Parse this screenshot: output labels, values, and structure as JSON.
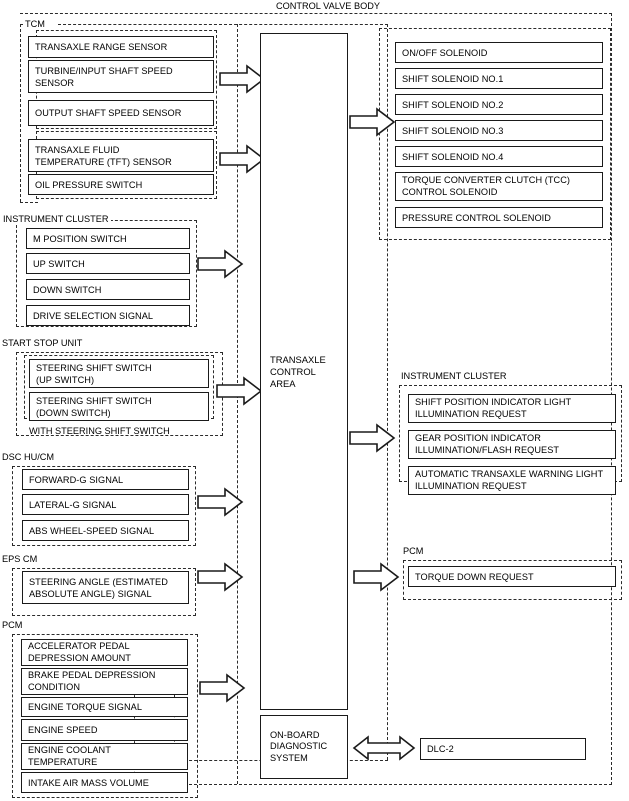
{
  "diagram": {
    "title": "CONTROL VALVE BODY",
    "center_block": {
      "label": "TRANSAXLE\nCONTROL\nAREA"
    },
    "obd_block": {
      "label": "ON-BOARD\nDIAGNOSTIC\nSYSTEM"
    },
    "dlc_block": {
      "label": "DLC-2"
    },
    "groups": {
      "tcm": {
        "caption": "TCM",
        "subgroup_a_items": [
          "TRANSAXLE RANGE SENSOR",
          "TURBINE/INPUT SHAFT SPEED\nSENSOR",
          "OUTPUT SHAFT SPEED SENSOR"
        ],
        "subgroup_b_items": [
          "TRANSAXLE FLUID\nTEMPERATURE (TFT) SENSOR",
          "OIL PRESSURE SWITCH"
        ]
      },
      "instrument_cluster_input": {
        "caption": "INSTRUMENT CLUSTER",
        "items": [
          "M POSITION SWITCH",
          "UP SWITCH",
          "DOWN SWITCH",
          "DRIVE SELECTION SIGNAL"
        ]
      },
      "start_stop_unit": {
        "caption": "START STOP UNIT",
        "inner_caption": "WITH STEERING SHIFT SWITCH",
        "items": [
          "STEERING SHIFT SWITCH\n(UP SWITCH)",
          "STEERING SHIFT SWITCH\n(DOWN SWITCH)"
        ]
      },
      "dsc_hu_cm": {
        "caption": "DSC HU/CM",
        "items": [
          "FORWARD-G SIGNAL",
          "LATERAL-G SIGNAL",
          "ABS WHEEL-SPEED SIGNAL"
        ]
      },
      "eps_cm": {
        "caption": "EPS CM",
        "items": [
          "STEERING ANGLE (ESTIMATED\nABSOLUTE ANGLE) SIGNAL"
        ]
      },
      "pcm_input": {
        "caption": "PCM",
        "items": [
          "ACCELERATOR PEDAL\nDEPRESSION AMOUNT",
          "BRAKE  PEDAL DEPRESSION\nCONDITION",
          "ENGINE TORQUE SIGNAL",
          "ENGINE SPEED",
          "ENGINE COOLANT\nTEMPERATURE",
          "INTAKE AIR MASS VOLUME"
        ]
      },
      "solenoids": {
        "items": [
          "ON/OFF SOLENOID",
          "SHIFT SOLENOID NO.1",
          "SHIFT SOLENOID NO.2",
          "SHIFT SOLENOID NO.3",
          "SHIFT SOLENOID NO.4",
          "TORQUE CONVERTER CLUTCH (TCC)\nCONTROL SOLENOID",
          "PRESSURE CONTROL SOLENOID"
        ]
      },
      "instrument_cluster_output": {
        "caption": "INSTRUMENT CLUSTER",
        "items": [
          "SHIFT POSITION INDICATOR LIGHT\nILLUMINATION REQUEST",
          "GEAR POSITION INDICATOR\nILLUMINATION/FLASH REQUEST",
          "AUTOMATIC TRANSAXLE WARNING LIGHT\nILLUMINATION REQUEST"
        ]
      },
      "pcm_output": {
        "caption": "PCM",
        "items": [
          "TORQUE DOWN REQUEST"
        ]
      }
    },
    "arrows": {
      "tcm_a": "arrow-right-icon",
      "tcm_b": "arrow-right-icon",
      "cluster_in": "arrow-right-icon",
      "start_stop": "arrow-right-icon",
      "dsc": "arrow-right-icon",
      "eps": "arrow-right-icon",
      "pcm_in": "arrow-right-icon",
      "to_solenoids": "arrow-right-icon",
      "to_cluster_out": "arrow-right-icon",
      "to_pcm_out": "arrow-right-icon",
      "obd_dlc": "arrow-bidirectional-icon"
    },
    "colors": {
      "line": "#1a1a1a",
      "dashed": "#2b2b2b",
      "background": "#ffffff"
    }
  }
}
